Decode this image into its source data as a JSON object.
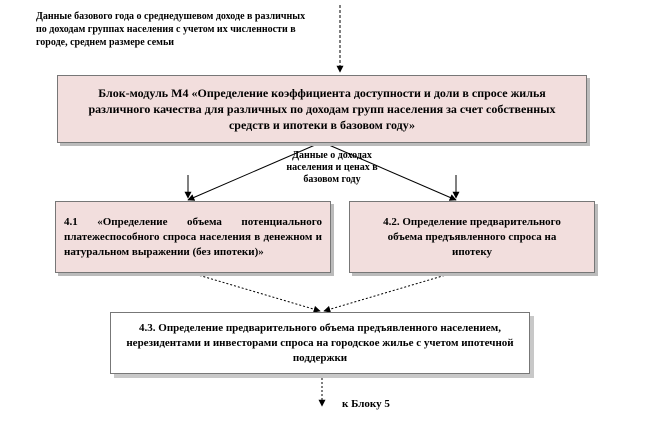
{
  "input_note": "Данные базового года о среднедушевом доходе в различных по доходам группах населения с учетом их численности в городе, среднем размере семьи",
  "main_module": "Блок-модуль М4 «Определение коэффициента доступности и доли в спросе жилья различного качества для различных по доходам групп населения за счет собственных средств и ипотеки в базовом году»",
  "mid_note": "Данные о доходах населения и ценах в базовом году",
  "box_41": "4.1 «Определение объема потенциального платежеспособного спроса населения в денежном и натуральном выражении (без ипотеки)»",
  "box_42": "4.2. Определение предварительного объема предъявленного спроса на ипотеку",
  "box_43": "4.3. Определение предварительного объема предъявленного населением, нерезидентами и инвесторами спроса на городское жилье с учетом ипотечной поддержки",
  "output_label": "к Блоку 5"
}
